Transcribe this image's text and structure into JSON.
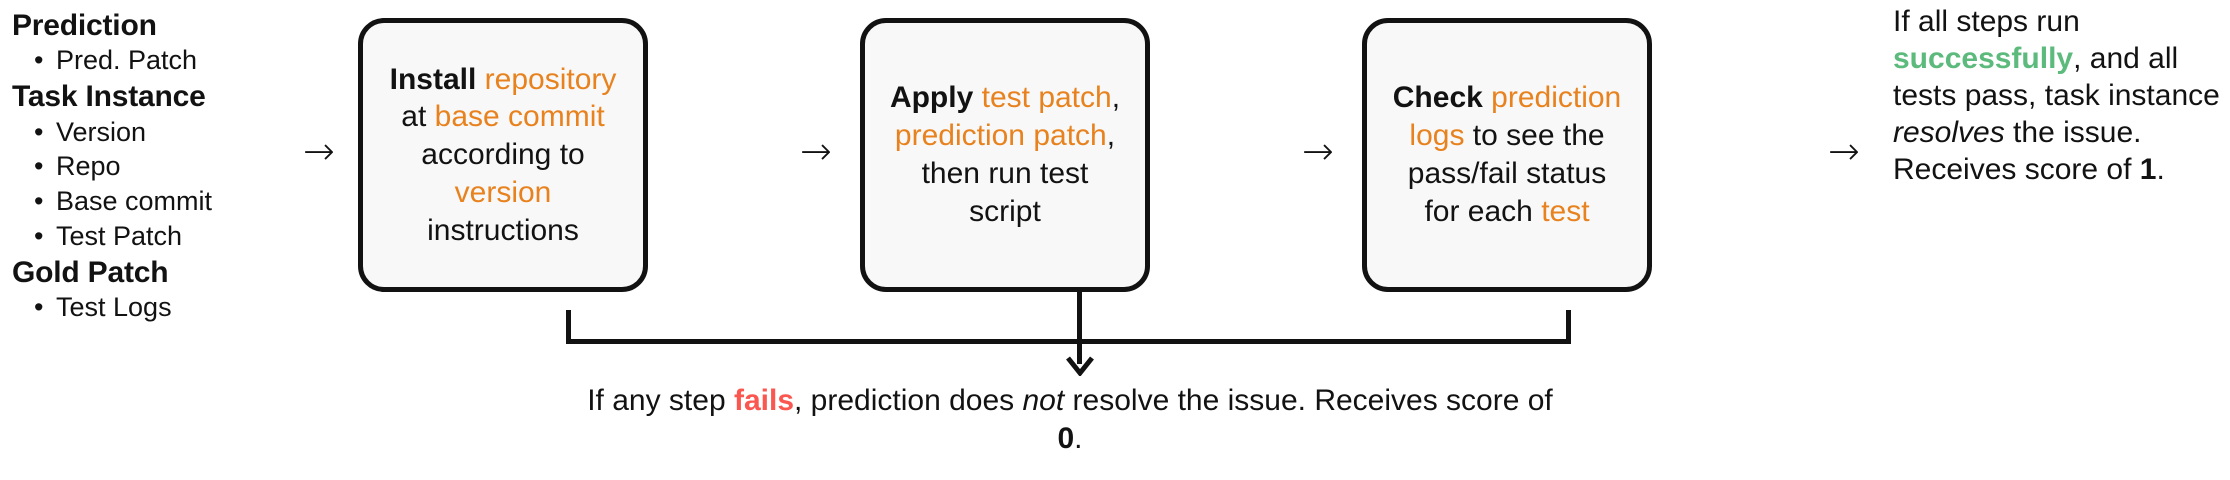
{
  "colors": {
    "text": "#121212",
    "orange": "#E8821E",
    "green": "#5CBA7D",
    "red": "#FA5750",
    "box_fill": "#F8F8F8",
    "box_border": "#121212",
    "background": "#FFFFFF"
  },
  "spec": {
    "groups": [
      {
        "heading": "Prediction",
        "items": [
          "Pred. Patch"
        ]
      },
      {
        "heading": "Task Instance",
        "items": [
          "Version",
          "Repo",
          "Base commit",
          "Test Patch"
        ]
      },
      {
        "heading": "Gold Patch",
        "items": [
          "Test Logs"
        ]
      }
    ]
  },
  "arrows": {
    "glyph": "→",
    "spec_to_step1": "→",
    "step1_to_step2": "→",
    "step2_to_step3": "→",
    "step3_to_outcome": "→"
  },
  "steps": [
    {
      "id": "install",
      "verb": "Install",
      "lines": [
        [
          {
            "t": "Install",
            "style": "bold"
          },
          {
            "t": " ",
            "style": "plain"
          },
          {
            "t": "repository",
            "style": "orange"
          }
        ],
        [
          {
            "t": "at ",
            "style": "plain"
          },
          {
            "t": "base commit",
            "style": "orange"
          }
        ],
        [
          {
            "t": "according to",
            "style": "plain"
          }
        ],
        [
          {
            "t": "version",
            "style": "orange"
          },
          {
            "t": " instructions",
            "style": "plain"
          }
        ]
      ],
      "plain_text": "Install repository at base commit according to version instructions"
    },
    {
      "id": "apply",
      "verb": "Apply",
      "lines": [
        [
          {
            "t": "Apply",
            "style": "bold"
          },
          {
            "t": " ",
            "style": "plain"
          },
          {
            "t": "test patch",
            "style": "orange"
          },
          {
            "t": ",",
            "style": "plain"
          }
        ],
        [
          {
            "t": "prediction patch",
            "style": "orange"
          },
          {
            "t": ",",
            "style": "plain"
          }
        ],
        [
          {
            "t": "then run test",
            "style": "plain"
          }
        ],
        [
          {
            "t": "script",
            "style": "plain"
          }
        ]
      ],
      "plain_text": "Apply test patch, prediction patch, then run test script"
    },
    {
      "id": "check",
      "verb": "Check",
      "lines": [
        [
          {
            "t": "Check",
            "style": "bold"
          },
          {
            "t": " ",
            "style": "plain"
          },
          {
            "t": "prediction",
            "style": "orange"
          }
        ],
        [
          {
            "t": "logs",
            "style": "orange"
          },
          {
            "t": " to see the",
            "style": "plain"
          }
        ],
        [
          {
            "t": "pass/fail status",
            "style": "plain"
          }
        ],
        [
          {
            "t": "for each ",
            "style": "plain"
          },
          {
            "t": "test",
            "style": "orange"
          }
        ]
      ],
      "plain_text": "Check prediction logs to see the pass/fail status for each test"
    }
  ],
  "outcome_success": {
    "segments": [
      {
        "t": "If all steps run ",
        "style": "plain"
      },
      {
        "t": "successfully",
        "style": "green-bold"
      },
      {
        "t": ", and all tests pass, task instance ",
        "style": "plain"
      },
      {
        "t": "resolves",
        "style": "italic"
      },
      {
        "t": " the issue. Receives score of ",
        "style": "plain"
      },
      {
        "t": "1",
        "style": "bold"
      },
      {
        "t": ".",
        "style": "plain"
      }
    ],
    "plain_text": "If all steps run successfully, and all tests pass, task instance resolves the issue. Receives score of 1.",
    "score": "1"
  },
  "outcome_failure": {
    "segments": [
      {
        "t": "If any step ",
        "style": "plain"
      },
      {
        "t": "fails",
        "style": "red-bold"
      },
      {
        "t": ", prediction does ",
        "style": "plain"
      },
      {
        "t": "not",
        "style": "italic"
      },
      {
        "t": " resolve the issue. Receives score of ",
        "style": "plain"
      },
      {
        "t": "0",
        "style": "bold"
      },
      {
        "t": ".",
        "style": "plain"
      }
    ],
    "plain_text": "If any step fails, prediction does not resolve the issue. Receives score of 0.",
    "score": "0"
  }
}
